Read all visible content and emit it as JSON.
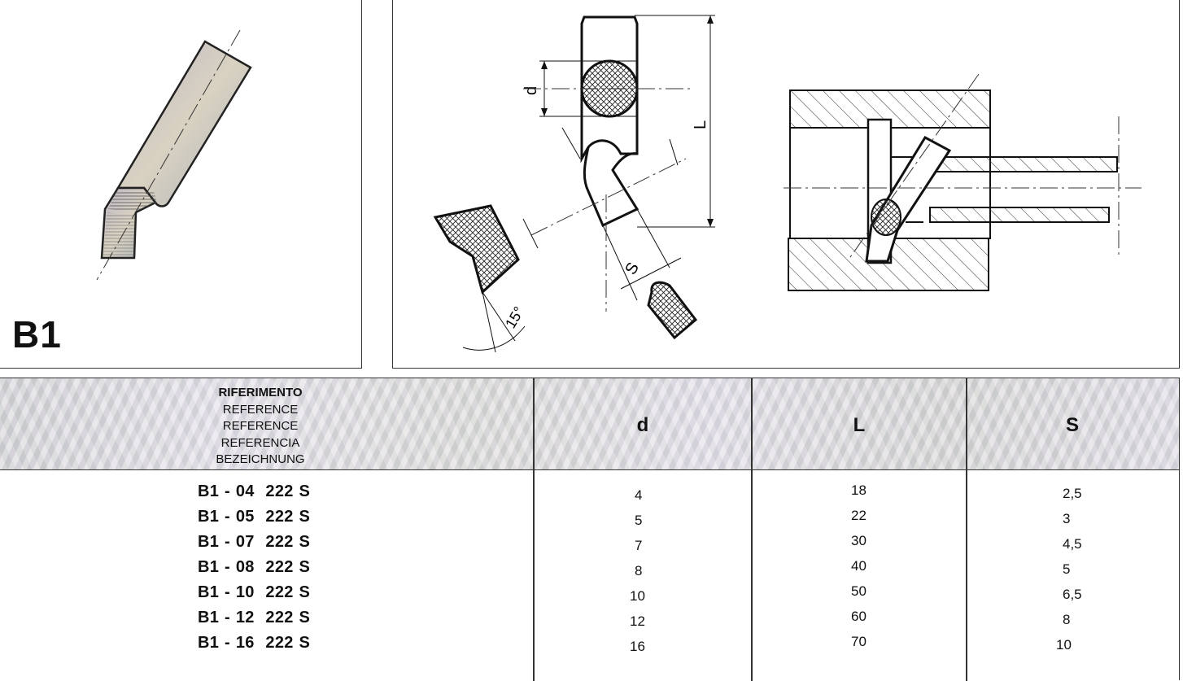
{
  "series_label": "B1",
  "drawing": {
    "dim_d": "d",
    "dim_L": "L",
    "dim_S": "S",
    "angle": "15°"
  },
  "table": {
    "header": {
      "reference_lines": [
        "RIFERIMENTO",
        "REFERENCE",
        "REFERENCE",
        "REFERENCIA",
        "BEZEICHNUNG"
      ],
      "d": "d",
      "L": "L",
      "S": "S"
    },
    "rows": [
      {
        "ref": "B1 - 04  222 S",
        "d": "4",
        "L": "18",
        "S": "2,5"
      },
      {
        "ref": "B1 - 05  222 S",
        "d": "5",
        "L": "22",
        "S": "3"
      },
      {
        "ref": "B1 - 07  222 S",
        "d": "7",
        "L": "30",
        "S": "4,5"
      },
      {
        "ref": "B1 - 08  222 S",
        "d": "8",
        "L": "40",
        "S": "5"
      },
      {
        "ref": "B1 - 10  222 S",
        "d": "10",
        "L": "50",
        "S": "6,5"
      },
      {
        "ref": "B1 - 12  222 S",
        "d": "12",
        "L": "60",
        "S": "8"
      },
      {
        "ref": "B1 - 16  222 S",
        "d": "16",
        "L": "70",
        "S": "10"
      }
    ]
  }
}
